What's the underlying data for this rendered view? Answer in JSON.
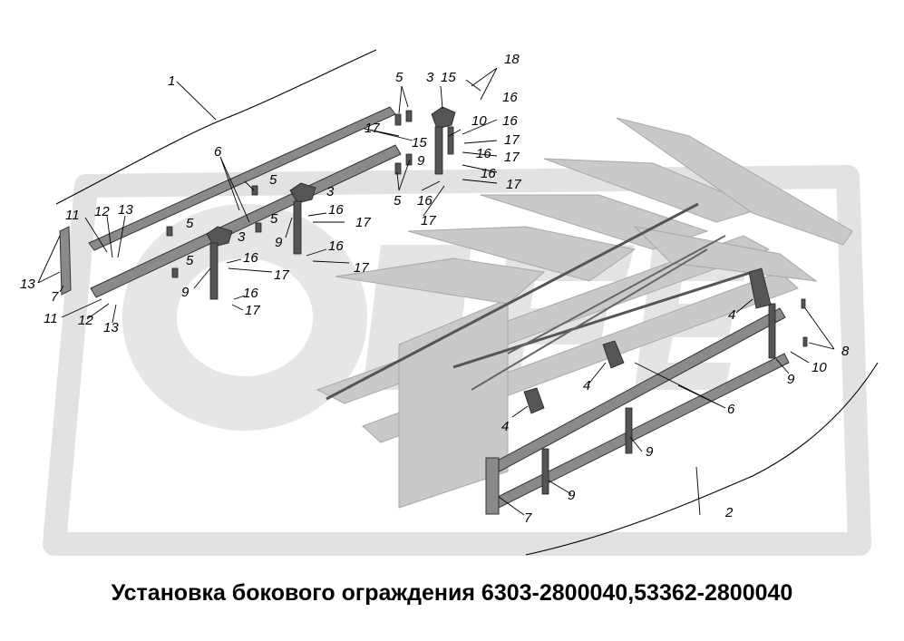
{
  "caption": "Установка бокового ограждения 6303-2800040,53362-2800040",
  "watermark_color": "#dcdcdc",
  "callouts": {
    "c1": "1",
    "c2": "2",
    "c3a": "3",
    "c3b": "3",
    "c3c": "3",
    "c4a": "4",
    "c4b": "4",
    "c4c": "4",
    "c5a": "5",
    "c5b": "5",
    "c5c": "5",
    "c5d": "5",
    "c5e": "5",
    "c5f": "5",
    "c6a": "6",
    "c6b": "6",
    "c7a": "7",
    "c7b": "7",
    "c8": "8",
    "c9a": "9",
    "c9b": "9",
    "c9c": "9",
    "c9d": "9",
    "c9e": "9",
    "c9f": "9",
    "c10a": "10",
    "c10b": "10",
    "c11a": "11",
    "c11b": "11",
    "c12a": "12",
    "c12b": "12",
    "c13a": "13",
    "c13b": "13",
    "c13c": "13",
    "c15a": "15",
    "c15b": "15",
    "c16a": "16",
    "c16b": "16",
    "c16c": "16",
    "c16d": "16",
    "c16e": "16",
    "c16f": "16",
    "c16g": "16",
    "c16h": "16",
    "c16i": "16",
    "c17a": "17",
    "c17b": "17",
    "c17c": "17",
    "c17d": "17",
    "c17e": "17",
    "c17f": "17",
    "c17g": "17",
    "c17h": "17",
    "c17i": "17",
    "c18": "18"
  }
}
